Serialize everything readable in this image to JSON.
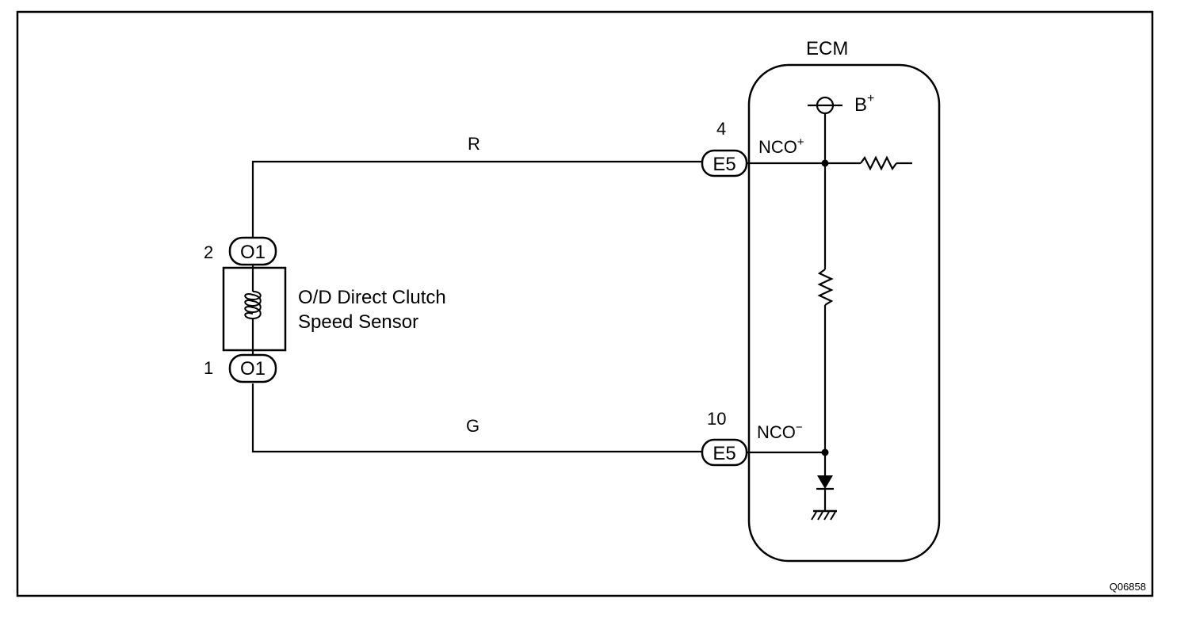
{
  "ecm": {
    "title": "ECM"
  },
  "power": {
    "label": "B",
    "sup": "+"
  },
  "pins": {
    "nco_plus": {
      "number": "4",
      "connector": "E5",
      "name": "NCO",
      "sup": "+"
    },
    "nco_minus": {
      "number": "10",
      "connector": "E5",
      "name": "NCO",
      "sup": "−"
    }
  },
  "sensor": {
    "line1": "O/D Direct Clutch",
    "line2": "Speed Sensor",
    "pin_top": {
      "number": "2",
      "connector": "O1"
    },
    "pin_bottom": {
      "number": "1",
      "connector": "O1"
    }
  },
  "wires": {
    "top_color": "R",
    "bottom_color": "G"
  },
  "figure_code": "Q06858"
}
